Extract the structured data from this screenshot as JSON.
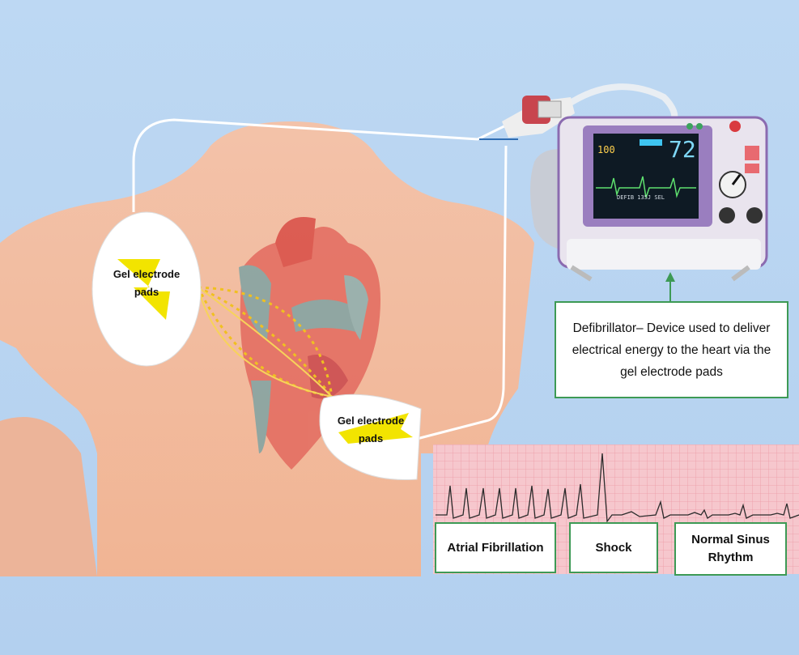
{
  "pads": {
    "pad1_label": "Gel electrode\npads",
    "pad2_label": "Gel electrode\npads"
  },
  "callout": {
    "text": "Defibrillator– Device used to deliver electrical energy to the heart via the gel electrode pads"
  },
  "ecg_labels": {
    "af": "Atrial Fibrillation",
    "shock": "Shock",
    "nsr": "Normal Sinus Rhythm"
  },
  "monitor": {
    "heart_rate": "72",
    "left_value": "100",
    "status_text": "DEFIB 135J SEL"
  },
  "colors": {
    "background": "#b7d4f1",
    "skin": "#f4b592",
    "box_border": "#3d9a55",
    "bolt": "#f2e400",
    "device": "#8b6bb0"
  }
}
